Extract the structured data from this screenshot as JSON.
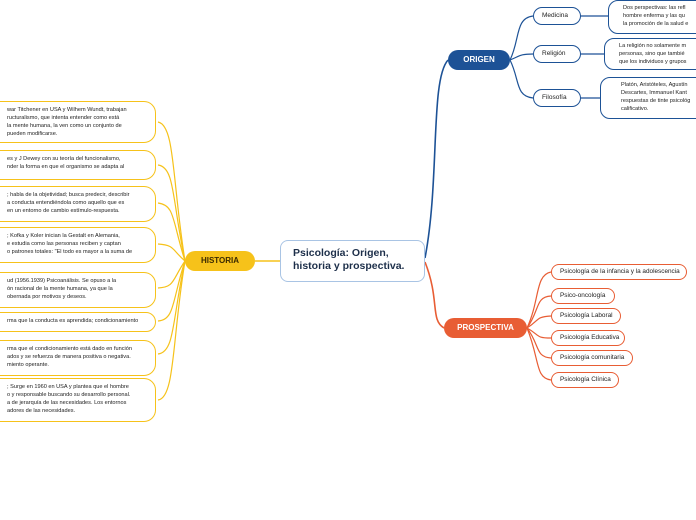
{
  "central": {
    "title_line1": "Psicología: Origen,",
    "title_line2": "historia y prospectiva."
  },
  "origen": {
    "label": "ORIGEN",
    "items": [
      {
        "label": "Medicina",
        "text": [
          "Dos perspectivas: las refl",
          "hombre enferma y las qu",
          "la promoción de la salud e"
        ]
      },
      {
        "label": "Religión",
        "text": [
          "La religión no solamente m",
          "personas, sino que tambié",
          "que los individuos y grupos"
        ]
      },
      {
        "label": "Filosofía",
        "text": [
          "Platón, Aristóteles, Agustín",
          "Descartes, Immanuel Kant",
          "respuestas de tinte psicológ",
          "calificativo."
        ]
      }
    ]
  },
  "historia": {
    "label": "HISTORIA",
    "items": [
      {
        "lines": [
          "war Titchener en USA y Wilhem Wundt, trabajan",
          "ructuralismo, que intenta entender como está",
          "la mente humana, la ven como un conjunto de",
          "pueden modificarse."
        ]
      },
      {
        "lines": [
          "es y J Dewey con su teoría del funcionalismo,",
          "nder la forma en que el organismo se adapta al"
        ]
      },
      {
        "lines": [
          "; habla de la objetividad; busca predecir, describir",
          "a conducta entendiéndola como aquello que es",
          "en un entorno de cambio estímulo-respuesta."
        ]
      },
      {
        "lines": [
          "; Kofka y Koler inician la Gestalt en Alemania,",
          "e estudia como las personas reciben y captan",
          "o patrones totales: \"El todo es mayor a la suma de"
        ]
      },
      {
        "lines": [
          "ud (1956.1939) Psicoanálisis. Se opuso a la",
          "ón racional de la mente humana, ya que la",
          "obernada por motivos y deseos."
        ]
      },
      {
        "lines": [
          "rma que la conducta es aprendida; condicionamiento"
        ]
      },
      {
        "lines": [
          "rma que el condicionamiento está dado en función",
          "ados y se refuerza de manera positiva o negativa.",
          "miento operante."
        ]
      },
      {
        "lines": [
          "; Surge en 1960 en USA y plantea que el hombre",
          "o y responsable buscando su desarrollo personal.",
          "a de jerarquía de las necesidades. Los entornos",
          "adores de las necesidades."
        ]
      }
    ]
  },
  "prospectiva": {
    "label": "PROSPECTIVA",
    "items": [
      "Psicología de la infancia y la adolescencia",
      "Psico-oncología",
      "Psicología Laboral",
      "Psicología Educativa",
      "Psicología comunitaria",
      "Psicología Clínica"
    ]
  },
  "colors": {
    "origen": "#1d5296",
    "historia": "#f6c21a",
    "prospectiva": "#e85d34",
    "central_border": "#a9c4e4"
  }
}
